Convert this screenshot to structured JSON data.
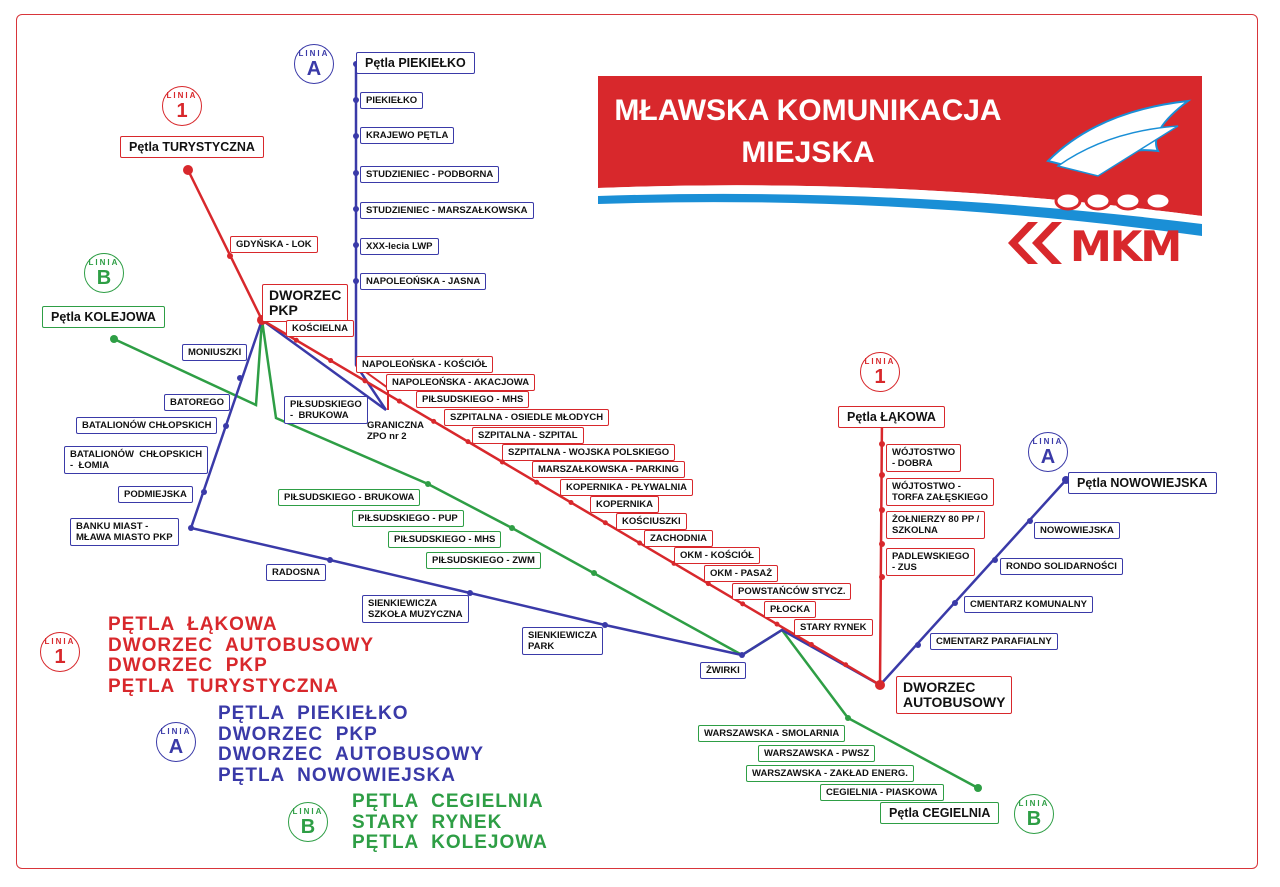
{
  "header": {
    "title_line1": "MŁAWSKA KOMUNIKACJA",
    "title_line2": "MIEJSKA",
    "logo": "MKM",
    "logo_icon": "winged-wheels-emblem-icon",
    "colors": {
      "banner": "#d8282c",
      "stripe": "#1a8fd6"
    }
  },
  "lines": {
    "line1": {
      "badge_label": "LINIA",
      "badge_number": "1",
      "color": "#d8282c"
    },
    "lineA": {
      "badge_label": "LINIA",
      "badge_number": "A",
      "color": "#3a3aa8"
    },
    "lineB": {
      "badge_label": "LINIA",
      "badge_number": "B",
      "color": "#2e9e45"
    }
  },
  "termini": {
    "turystyczna": "Pętla  TURYSTYCZNA",
    "piekielko": "Pętla  PIEKIEŁKO",
    "kolejowa": "Pętla  KOLEJOWA",
    "lakowa": "Pętla  ŁĄKOWA",
    "nowowiejska": "Pętla  NOWOWIEJSKA",
    "cegielnia": "Pętla  CEGIELNIA",
    "dworzec_pkp": "DWORZEC\nPKP",
    "dworzec_autobusowy": "DWORZEC\nAUTOBUSOWY"
  },
  "stops": {
    "line1": [
      "GDYŃSKA - LOK",
      "KOŚCIELNA",
      "NAPOLEOŃSKA - KOŚCIÓŁ",
      "NAPOLEOŃSKA - AKACJOWA",
      "PIŁSUDSKIEGO - MHS",
      "SZPITALNA - OSIEDLE MŁODYCH",
      "SZPITALNA - SZPITAL",
      "SZPITALNA - WOJSKA POLSKIEGO",
      "MARSZAŁKOWSKA - PARKING",
      "KOPERNIKA - PŁYWALNIA",
      "KOPERNIKA",
      "KOŚCIUSZKI",
      "ZACHODNIA",
      "OKM - KOŚCIÓŁ",
      "OKM - PASAŻ",
      "POWSTAŃCÓW STYCZ.",
      "PŁOCKA",
      "STARY RYNEK"
    ],
    "line1_east": [
      "WÓJTOSTWO\n- DOBRA",
      "WÓJTOSTWO -\nTORFA ZAŁĘSKIEGO",
      "ŻOŁNIERZY 80 PP /\nSZKOLNA",
      "PADLEWSKIEGO\n- ZUS"
    ],
    "lineA_north": [
      "PIEKIEŁKO",
      "KRAJEWO PĘTLA",
      "STUDZIENIEC - PODBORNA",
      "STUDZIENIEC - MARSZAŁKOWSKA",
      "XXX-lecia  LWP",
      "NAPOLEOŃSKA - JASNA"
    ],
    "lineA_mid": [
      "PIŁSUDSKIEGO\n-  BRUKOWA",
      "MONIUSZKI",
      "BATOREGO",
      "BATALIONÓW  CHŁOPSKICH",
      "BATALIONÓW  CHŁOPSKICH\n-  ŁOMIA",
      "PODMIEJSKA",
      "BANKU MIAST -\nMŁAWA MIASTO PKP",
      "RADOSNA",
      "SIENKIEWICZA\nSZKOŁA MUZYCZNA",
      "SIENKIEWICZA\nPARK"
    ],
    "lineA_east": [
      "NOWOWIEJSKA",
      "RONDO SOLIDARNOŚCI",
      "CMENTARZ KOMUNALNY",
      "CMENTARZ PARAFIALNY"
    ],
    "graniczna": "GRANICZNA\nZPO nr 2",
    "lineB": [
      "PIŁSUDSKIEGO - BRUKOWA",
      "PIŁSUDSKIEGO - PUP",
      "PIŁSUDSKIEGO - MHS",
      "PIŁSUDSKIEGO - ZWM",
      "ŻWIRKI"
    ],
    "lineB_south": [
      "WARSZAWSKA - SMOLARNIA",
      "WARSZAWSKA - PWSZ",
      "WARSZAWSKA - ZAKŁAD ENERG.",
      "CEGIELNIA - PIASKOWA"
    ]
  },
  "legend": {
    "line1": "PĘTLA  ŁĄKOWA\nDWORZEC  AUTOBUSOWY\nDWORZEC  PKP\nPĘTLA  TURYSTYCZNA",
    "lineA": "PĘTLA  PIEKIEŁKO\nDWORZEC  PKP\nDWORZEC  AUTOBUSOWY\nPĘTLA  NOWOWIEJSKA",
    "lineB": "PĘTLA  CEGIELNIA\nSTARY  RYNEK\nPĘTLA  KOLEJOWA"
  }
}
